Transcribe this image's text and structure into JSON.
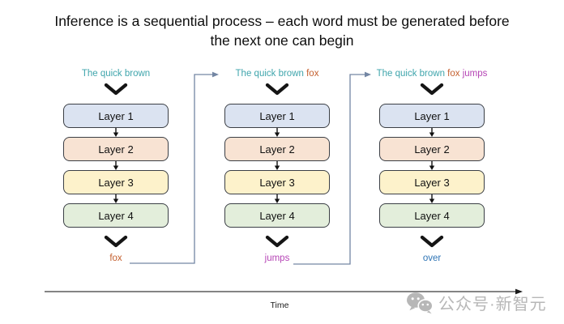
{
  "title": {
    "line1": "Inference is a sequential process – each word must be generated before",
    "line2": "the next one can begin"
  },
  "palette": {
    "layer1_fill": "#dbe3f1",
    "layer2_fill": "#f8e3d3",
    "layer3_fill": "#fdf2cb",
    "layer4_fill": "#e3eedb",
    "box_border": "#3b3f45",
    "context_teal": "#3FA5AC",
    "fox_orange": "#C4602F",
    "jumps_magenta": "#B544B5",
    "over_blue": "#2E74B5",
    "connector": "#7386A3",
    "watermark_gray": "#b7b7b7"
  },
  "layer_colors": [
    "#dbe3f1",
    "#f8e3d3",
    "#fdf2cb",
    "#e3eedb"
  ],
  "columns": [
    {
      "step": "1",
      "input_parts": [
        {
          "text": "The quick brown",
          "color": "#3FA5AC"
        }
      ],
      "layers": [
        "Layer 1",
        "Layer 2",
        "Layer 3",
        "Layer 4"
      ],
      "output": {
        "text": "fox",
        "color": "#C4602F"
      }
    },
    {
      "step": "2",
      "input_parts": [
        {
          "text": "The quick brown ",
          "color": "#3FA5AC"
        },
        {
          "text": "fox",
          "color": "#C4602F"
        }
      ],
      "layers": [
        "Layer 1",
        "Layer 2",
        "Layer 3",
        "Layer 4"
      ],
      "output": {
        "text": "jumps",
        "color": "#B544B5"
      }
    },
    {
      "step": "3",
      "input_parts": [
        {
          "text": "The quick brown ",
          "color": "#3FA5AC"
        },
        {
          "text": "fox ",
          "color": "#C4602F"
        },
        {
          "text": "jumps",
          "color": "#B544B5"
        }
      ],
      "layers": [
        "Layer 1",
        "Layer 2",
        "Layer 3",
        "Layer 4"
      ],
      "output": {
        "text": "over",
        "color": "#2E74B5"
      }
    }
  ],
  "timeline": {
    "label": "Time"
  },
  "watermark": {
    "text": "公众号·新智元",
    "icon": "wechat-icon"
  }
}
